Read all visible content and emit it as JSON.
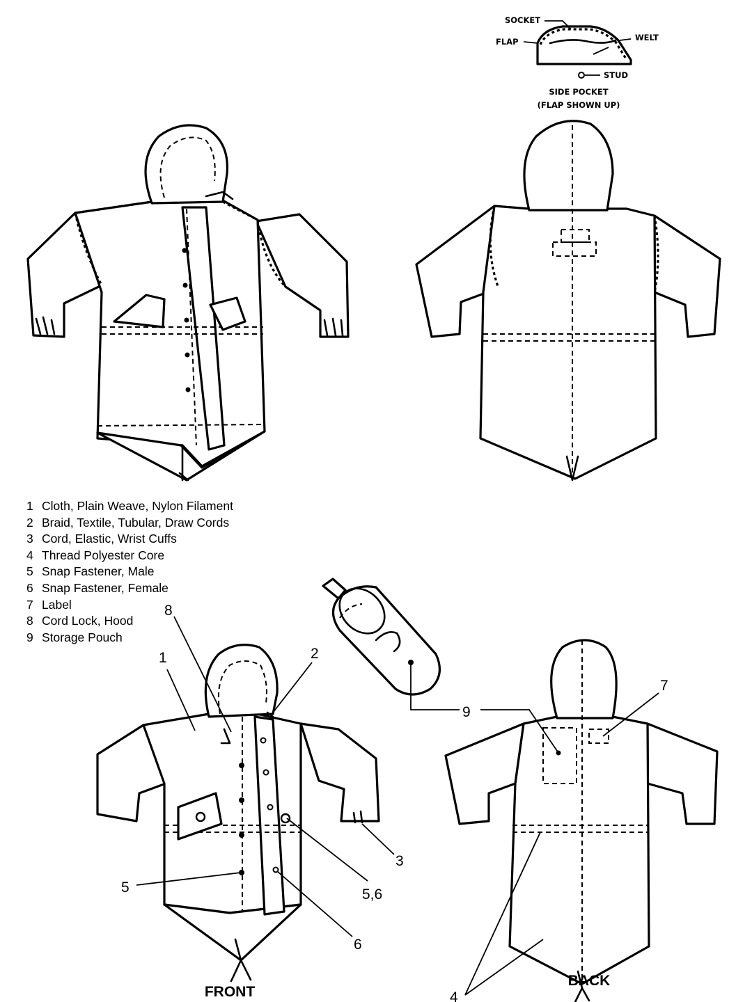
{
  "pocket_inset": {
    "labels": {
      "socket": "SOCKET",
      "flap": "FLAP",
      "welt": "WELT",
      "stud": "STUD"
    },
    "caption_line1": "SIDE POCKET",
    "caption_line2": "(FLAP SHOWN UP)"
  },
  "legend": [
    {
      "num": "1",
      "text": "Cloth, Plain Weave, Nylon Filament"
    },
    {
      "num": "2",
      "text": "Braid, Textile, Tubular, Draw Cords"
    },
    {
      "num": "3",
      "text": "Cord, Elastic, Wrist Cuffs"
    },
    {
      "num": "4",
      "text": "Thread Polyester Core"
    },
    {
      "num": "5",
      "text": "Snap Fastener, Male"
    },
    {
      "num": "6",
      "text": "Snap Fastener, Female"
    },
    {
      "num": "7",
      "text": "Label"
    },
    {
      "num": "8",
      "text": "Cord Lock, Hood"
    },
    {
      "num": "9",
      "text": "Storage Pouch"
    }
  ],
  "callouts": {
    "c1": "1",
    "c2": "2",
    "c3": "3",
    "c4": "4",
    "c5": "5",
    "c56": "5,6",
    "c6": "6",
    "c7": "7",
    "c8": "8",
    "c9": "9"
  },
  "captions": {
    "front": "FRONT",
    "back": "BACK"
  }
}
